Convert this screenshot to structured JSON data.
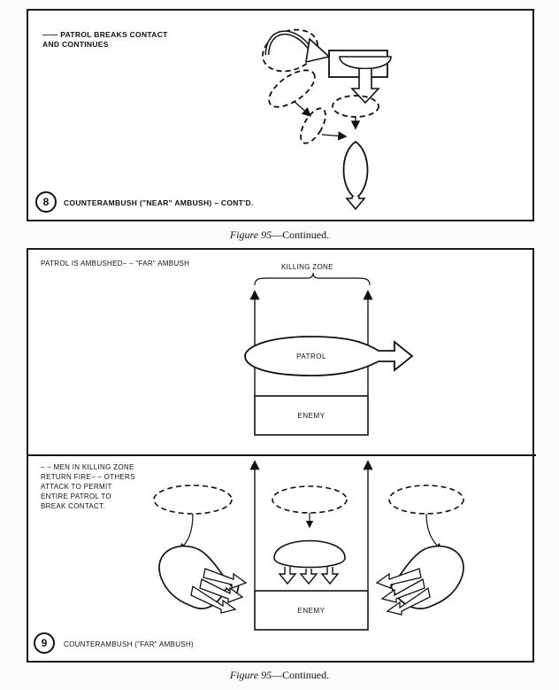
{
  "panel_top": {
    "legend": "—— PATROL BREAKS CONTACT\nAND CONTINUES",
    "step_number": "8",
    "step_title": "COUNTERAMBUSH (\"NEAR\" AMBUSH) – CONT'D."
  },
  "caption_top": {
    "figure": "Figure 95",
    "suffix": "—Continued."
  },
  "panel_bottom": {
    "upper": {
      "legend": "PATROL IS AMBUSHED– – \"FAR\" AMBUSH",
      "zone_label": "KILLING ZONE",
      "patrol_label": "PATROL",
      "enemy_label": "ENEMY"
    },
    "lower": {
      "legend": "– – MEN IN KILLING ZONE\nRETURN FIRE– – OTHERS\nATTACK TO PERMIT\nENTIRE PATROL TO\nBREAK CONTACT.",
      "enemy_label": "ENEMY",
      "step_number": "9",
      "step_title": "COUNTERAMBUSH (\"FAR\" AMBUSH)"
    }
  },
  "caption_bottom": {
    "figure": "Figure 95",
    "suffix": "—Continued."
  }
}
